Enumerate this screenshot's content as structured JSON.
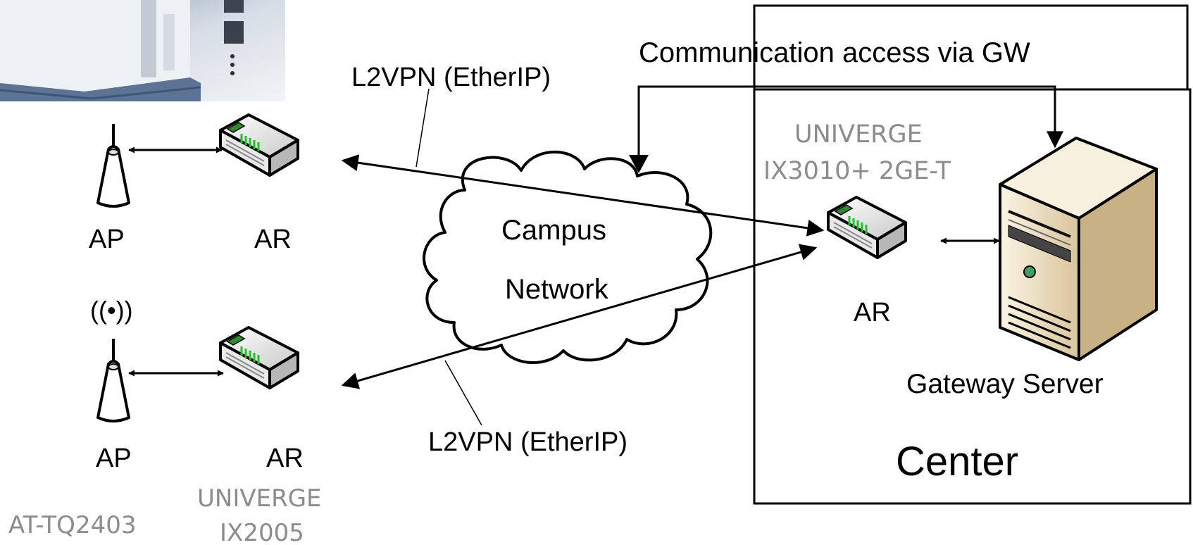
{
  "labels": {
    "communication": "Communication access via GW",
    "l2vpn_top": "L2VPN (EtherIP)",
    "l2vpn_bottom": "L2VPN (EtherIP)",
    "campus_line1": "Campus",
    "campus_line2": "Network",
    "center_router_model_line1": "UNIVERGE",
    "center_router_model_line2": "IX3010+ 2GE-T",
    "ar_center": "AR",
    "gateway_server": "Gateway Server",
    "center": "Center",
    "ap_top": "AP",
    "ar_top": "AR",
    "ap_bottom": "AP",
    "ar_bottom": "AR",
    "ap_model": "AT-TQ2403",
    "branch_router_model_line1": "UNIVERGE",
    "branch_router_model_line2": "IX2005",
    "wireless_symbol": "((•))"
  },
  "icons": {
    "router": "router-icon",
    "access_point": "access-point-icon",
    "server": "server-icon",
    "cloud": "cloud-icon",
    "photo": "device-photo"
  },
  "colors": {
    "router_green": "#22c02a",
    "server_body": "#e8d8b8",
    "gray_text": "#8c8c8c"
  }
}
